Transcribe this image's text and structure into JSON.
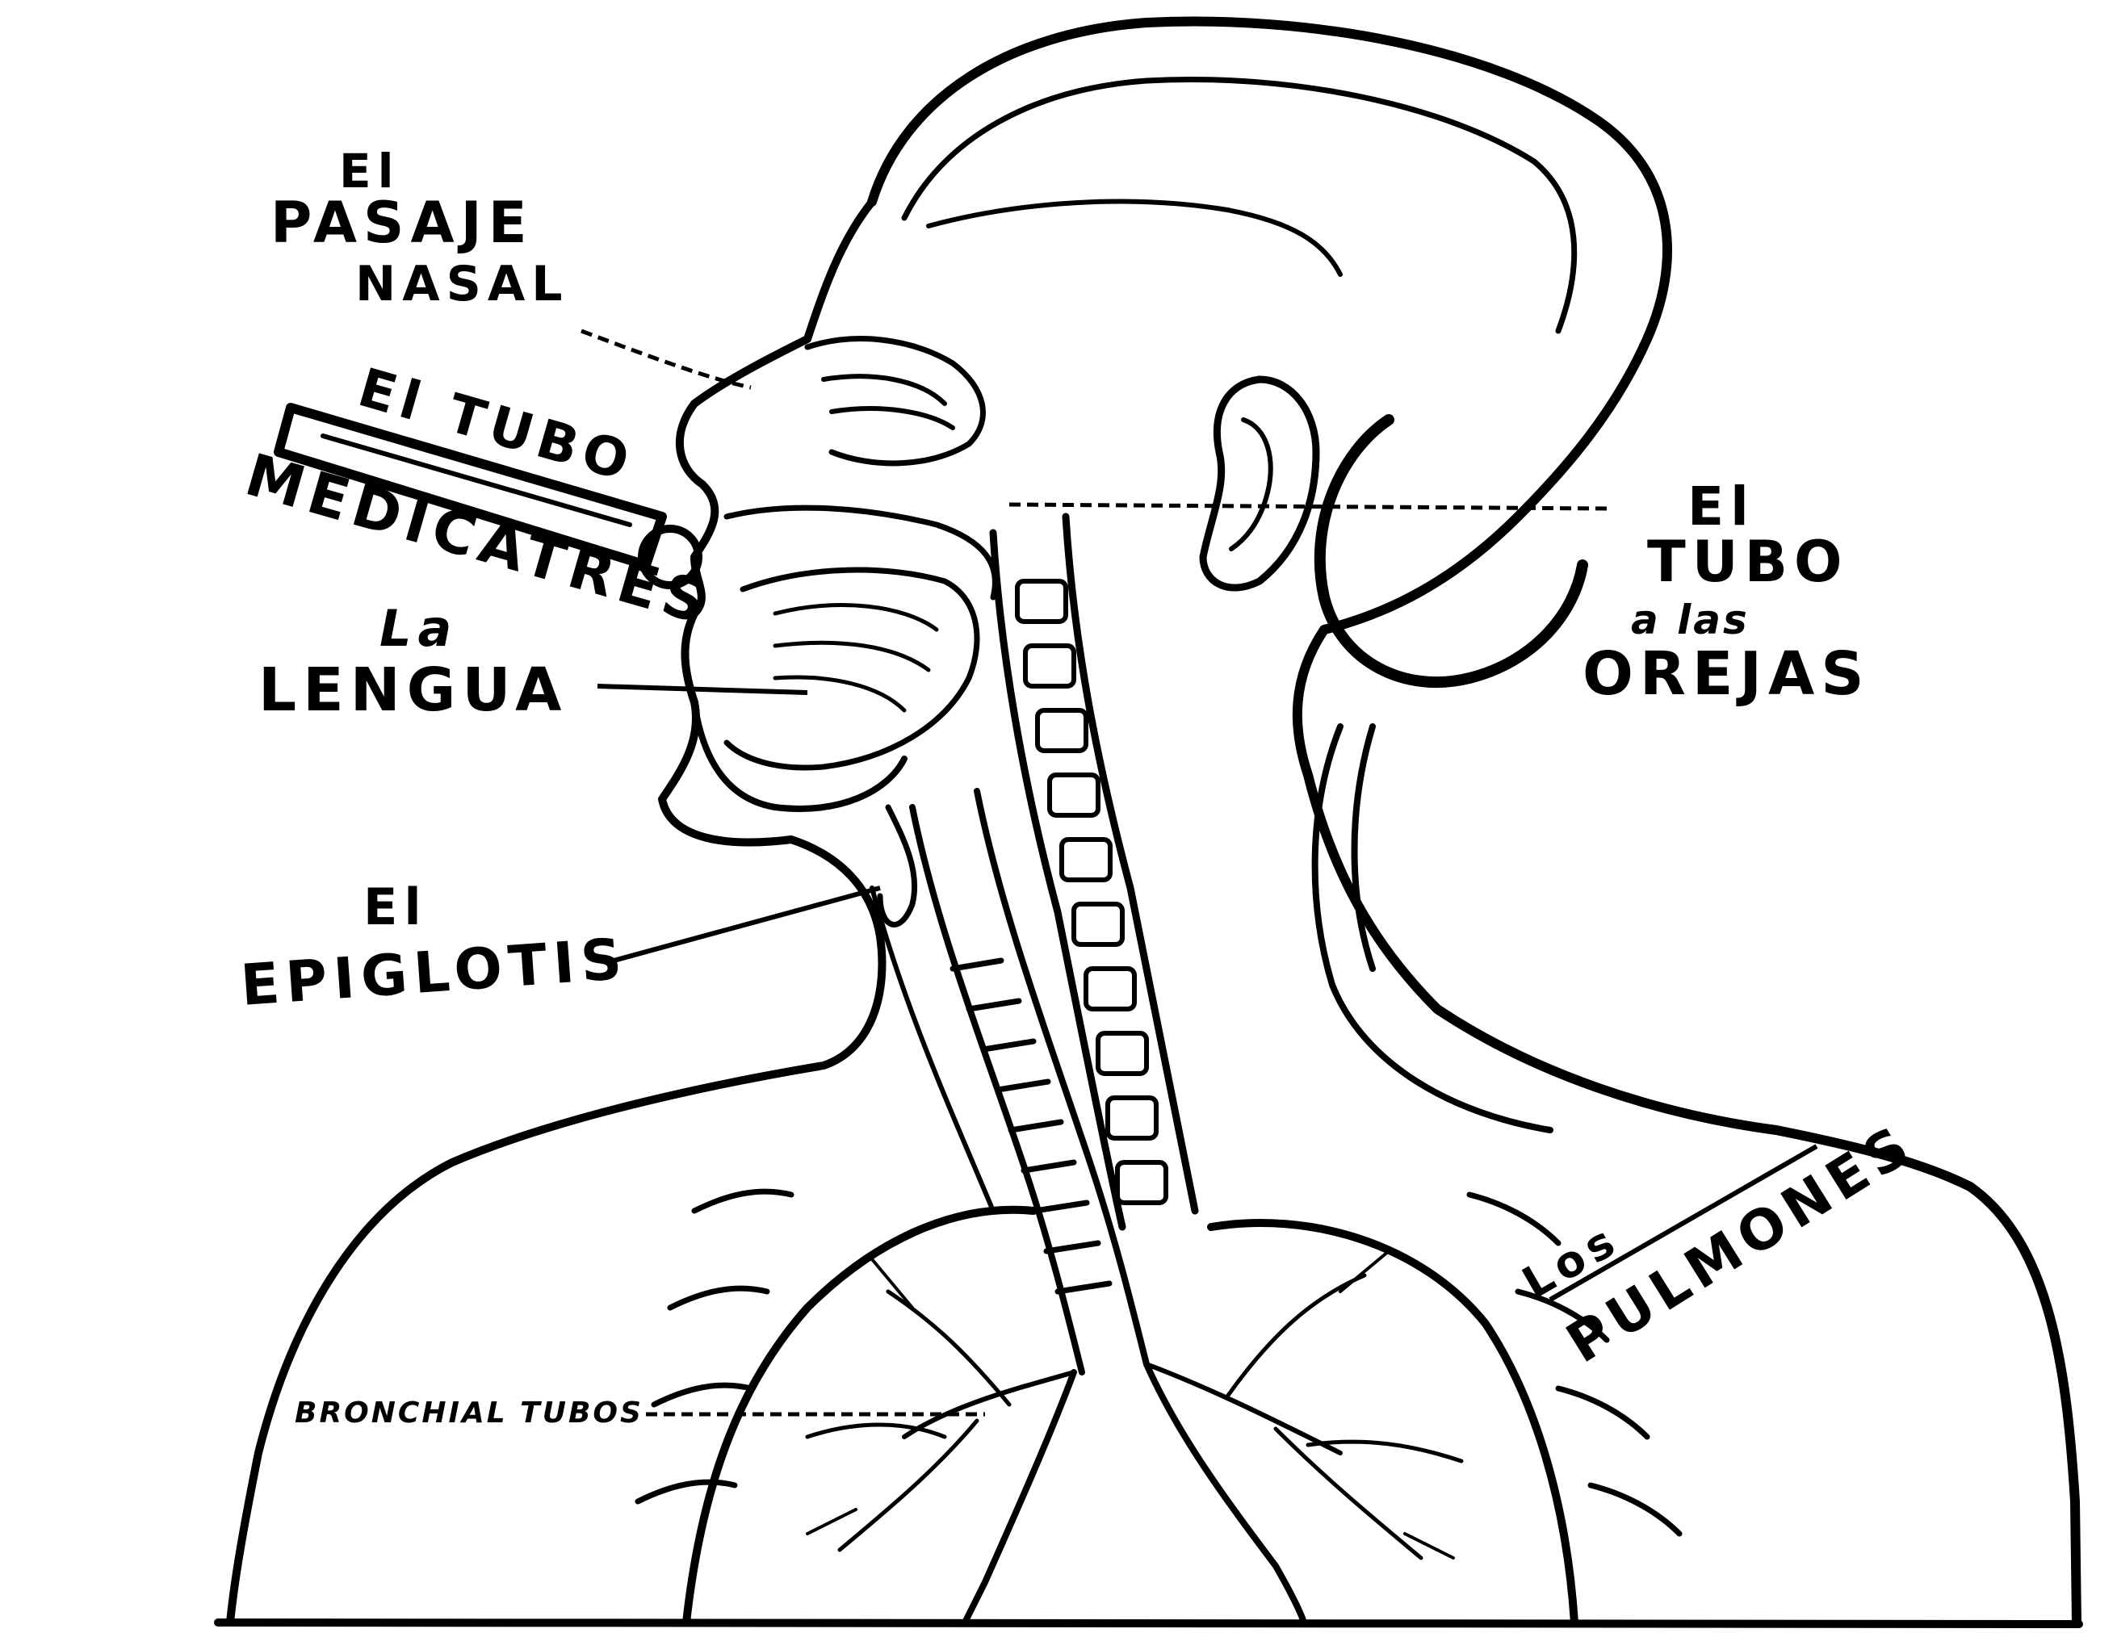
{
  "labels": {
    "nasal": [
      "El",
      "PASAJE",
      "NASAL"
    ],
    "tube": [
      "El TUBO",
      "MEDICATRES"
    ],
    "tongue": [
      "La",
      "LENGUA"
    ],
    "epiglottis": [
      "El",
      "EPIGLOTIS"
    ],
    "bronchial": "BRONCHIAL TUBOS",
    "ears": [
      "El",
      "TUBO",
      "a las",
      "OREJAS"
    ],
    "lungs": [
      "Los",
      "PULMONES"
    ]
  },
  "colors": {
    "ink": "#000000",
    "paper": "#ffffff"
  }
}
